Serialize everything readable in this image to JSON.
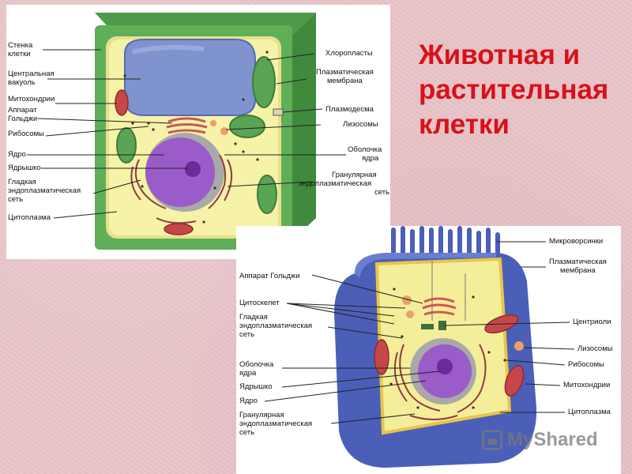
{
  "title": {
    "line1": "Животная и",
    "line2": "растительная",
    "line3": "клетки"
  },
  "plant_cell": {
    "labels_left": [
      [
        "Стенка",
        "клетки"
      ],
      [
        "Центральная",
        "вакуоль"
      ],
      [
        "Митохондрии"
      ],
      [
        "Аппарат",
        "Гольджи"
      ],
      [
        "Рибосомы"
      ],
      [
        "Ядро"
      ],
      [
        "Ядрышко"
      ],
      [
        "Гладкая",
        "эндоплазматическая",
        "сеть"
      ],
      [
        "Цитоплазма"
      ]
    ],
    "labels_right": [
      [
        "Хлоропласты"
      ],
      [
        "Плазматическая",
        "мембрана"
      ],
      [
        "Плазмодесма"
      ],
      [
        "Лизосомы"
      ],
      [
        "Оболочка",
        "ядра"
      ],
      [
        "Гранулярная",
        "эндоплазматическая",
        "сеть"
      ]
    ]
  },
  "animal_cell": {
    "labels_left": [
      [
        "Аппарат Гольджи"
      ],
      [
        "Цитоскелет"
      ],
      [
        "Гладкая",
        "эндоплазматическая",
        "сеть"
      ],
      [
        "Оболочка",
        "ядра"
      ],
      [
        "Ядрышко"
      ],
      [
        "Ядро"
      ],
      [
        "Гранулярная",
        "эндоплазматическая",
        "сеть"
      ]
    ],
    "labels_right": [
      [
        "Микроворсинки"
      ],
      [
        "Плазматическая",
        "мембрана"
      ],
      [
        "Центриоли"
      ],
      [
        "Лизосомы"
      ],
      [
        "Рибосомы"
      ],
      [
        "Митохондрии"
      ],
      [
        "Цитоплазма"
      ]
    ]
  },
  "watermark": "MyShared",
  "colors": {
    "title": "#d9101a",
    "cell_wall": "#5fae58",
    "cytoplasm": "#f6f2a8",
    "vacuole": "#7f93cf",
    "nucleus": "#9a5cc8",
    "animal_membrane": "#4b5fb8"
  }
}
